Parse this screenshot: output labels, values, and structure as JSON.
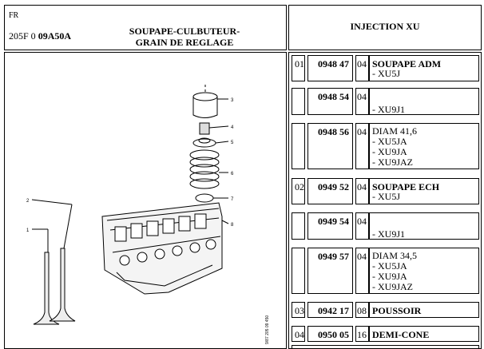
{
  "header": {
    "country": "FR",
    "ref_prefix": "205F 0 ",
    "ref_code": "09A50A",
    "title_line1": "SOUPAPE-CULBUTEUR-",
    "title_line2": "GRAIN DE REGLAGE",
    "section": "INJECTION XU"
  },
  "diagram": {
    "callouts": [
      "1",
      "2",
      "3",
      "4",
      "5",
      "6",
      "7",
      "8"
    ],
    "side_code": "9/87 205 09 450"
  },
  "parts": [
    {
      "num": "01",
      "ref": "0948 47",
      "qty": "04",
      "label": "SOUPAPE ADM",
      "lines": [
        "- XU5J"
      ]
    },
    {
      "num": "",
      "ref": "0948 54",
      "qty": "04",
      "label": "",
      "lines": [
        "",
        "- XU9J1"
      ]
    },
    {
      "num": "",
      "ref": "0948 56",
      "qty": "04",
      "label": "",
      "lines": [
        "DIAM 41,6",
        "- XU5JA",
        "- XU9JA",
        "- XU9JAZ"
      ]
    },
    {
      "num": "02",
      "ref": "0949 52",
      "qty": "04",
      "label": "SOUPAPE ECH",
      "lines": [
        "- XU5J"
      ]
    },
    {
      "num": "",
      "ref": "0949 54",
      "qty": "04",
      "label": "",
      "lines": [
        "",
        "- XU9J1"
      ]
    },
    {
      "num": "",
      "ref": "0949 57",
      "qty": "04",
      "label": "",
      "lines": [
        "DIAM 34,5",
        "- XU5JA",
        "- XU9JA",
        "- XU9JAZ"
      ]
    },
    {
      "num": "03",
      "ref": "0942 17",
      "qty": "08",
      "label": "POUSSOIR",
      "lines": []
    },
    {
      "num": "04",
      "ref": "0950 05",
      "qty": "16",
      "label": "DEMI-CONE",
      "lines": []
    }
  ]
}
